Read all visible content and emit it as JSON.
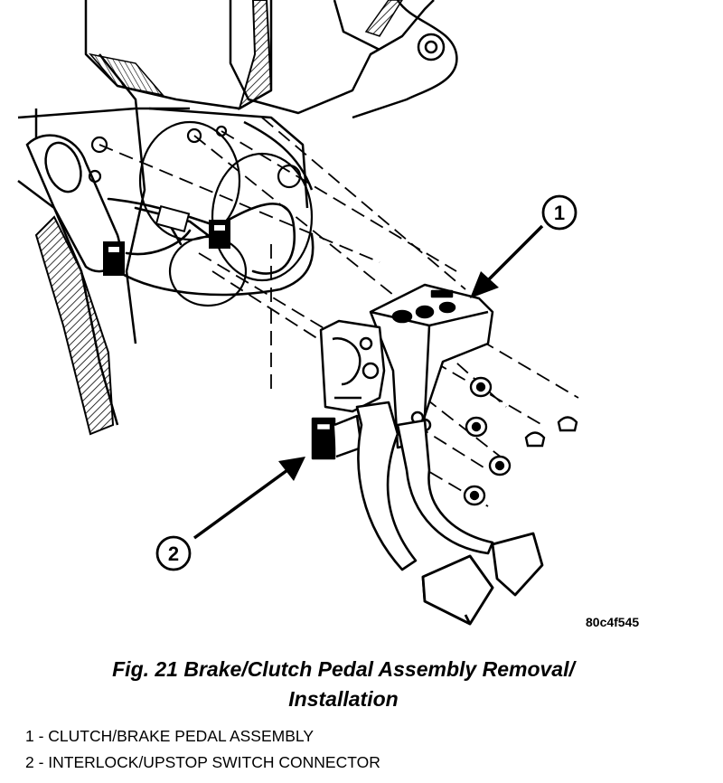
{
  "figure": {
    "image_id": "80c4f545",
    "caption_line1": "Fig. 21 Brake/Clutch Pedal Assembly Removal/",
    "caption_line2": "Installation"
  },
  "callouts": [
    {
      "number": "1",
      "label": "CLUTCH/BRAKE PEDAL ASSEMBLY"
    },
    {
      "number": "2",
      "label": "INTERLOCK/UPSTOP SWITCH CONNECTOR"
    }
  ],
  "legend": [
    "1 - CLUTCH/BRAKE PEDAL ASSEMBLY",
    "2 - INTERLOCK/UPSTOP SWITCH CONNECTOR"
  ]
}
